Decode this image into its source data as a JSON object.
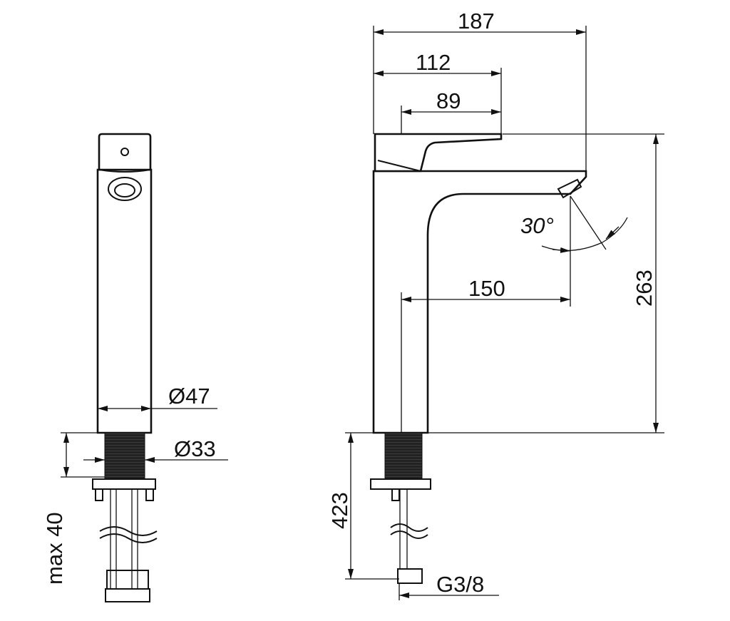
{
  "title": "Faucet technical drawing",
  "dimensions": {
    "overall_width": "187",
    "handle_width": "112",
    "handle_inner": "89",
    "spout_angle": "30°",
    "spout_reach": "150",
    "height": "263",
    "body_diameter": "Ø47",
    "shank_diameter": "Ø33",
    "max_deck": "max 40",
    "hose_length": "423",
    "connection": "G3/8"
  },
  "colors": {
    "line": "#111111",
    "background": "#ffffff"
  }
}
